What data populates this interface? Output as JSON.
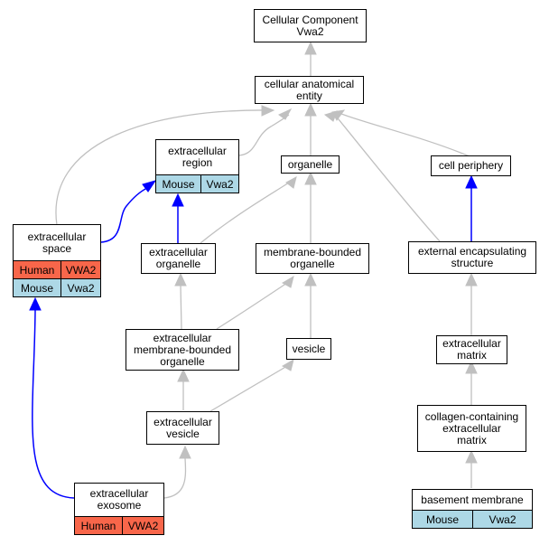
{
  "nodes": {
    "root": "Cellular Component\nVwa2",
    "cae": "cellular anatomical\nentity",
    "ecregion": "extracellular\nregion",
    "organelle": "organelle",
    "cellperiphery": "cell periphery",
    "ecspace": "extracellular\nspace",
    "ecorganelle": "extracellular\norganelle",
    "mborganelle": "membrane-bounded\norganelle",
    "extencap": "external encapsulating\nstructure",
    "ecmborganelle": "extracellular\nmembrane-bounded\norganelle",
    "vesicle": "vesicle",
    "ecmatrix": "extracellular\nmatrix",
    "ecvesicle": "extracellular\nvesicle",
    "collagen": "collagen-containing\nextracellular\nmatrix",
    "exosome": "extracellular\nexosome",
    "basement": "basement membrane"
  },
  "annotations": {
    "ecregion_mouse": [
      "Mouse",
      "Vwa2"
    ],
    "ecspace_human": [
      "Human",
      "VWA2"
    ],
    "ecspace_mouse": [
      "Mouse",
      "Vwa2"
    ],
    "exosome_human": [
      "Human",
      "VWA2"
    ],
    "basement_mouse": [
      "Mouse",
      "Vwa2"
    ]
  },
  "colors": {
    "human": "#f8664a",
    "mouse": "#add8e6",
    "annotated_edge": "#0000ff",
    "plain_edge": "#c0c0c0"
  }
}
